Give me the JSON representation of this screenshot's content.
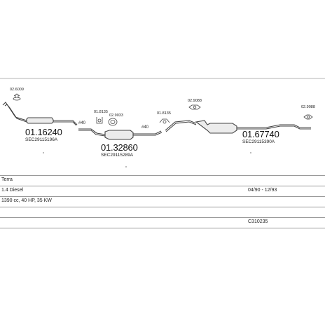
{
  "parts": {
    "flange_code": "02.6009",
    "front_pipe_part": "01.16240",
    "front_pipe_oe": "SEC29115196A",
    "connector_1": "#40",
    "bracket_1": "01.8135",
    "clamp_1": "02.9033",
    "middle_part": "01.32860",
    "middle_oe": "SEC29115289A",
    "connector_2": "#40",
    "bracket_2": "01.8135",
    "hanger_1": "02.9088",
    "rear_part": "01.67740",
    "rear_oe": "SEC29115390A",
    "rear_hanger": "02.9088"
  },
  "table": {
    "model": "Terra",
    "engine": "1.4 Diesel",
    "period": "04/90 - 12/93",
    "spec": "1390 cc, 40 HP, 35 KW",
    "catalog_no": "C310235"
  }
}
